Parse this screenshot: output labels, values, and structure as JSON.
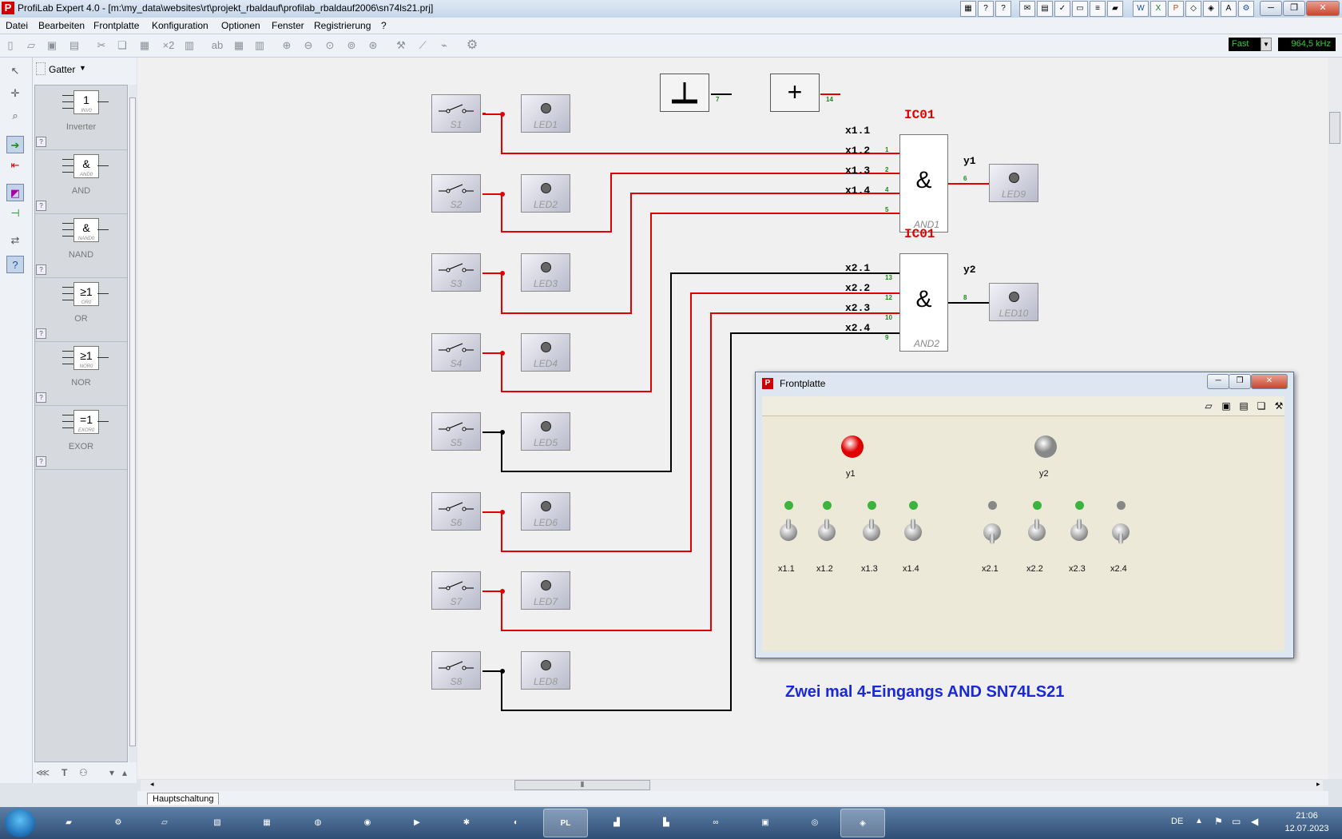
{
  "window": {
    "title": "ProfiLab Expert 4.0 - [m:\\my_data\\websites\\rt\\projekt_rbaldauf\\profilab_rbaldauf2006\\sn74ls21.prj]"
  },
  "menu": [
    "Datei",
    "Bearbeiten",
    "Frontplatte",
    "Konfiguration",
    "Optionen",
    "Fenster",
    "Registrierung",
    "?"
  ],
  "toolbar": {
    "speed": "Fast",
    "frequency": "964,5 kHz"
  },
  "library": {
    "category": "Gatter",
    "items": [
      {
        "symbol": "1",
        "sub": "INV0",
        "name": "Inverter"
      },
      {
        "symbol": "&",
        "sub": "AND0",
        "name": "AND"
      },
      {
        "symbol": "&",
        "sub": "NAND0",
        "name": "NAND"
      },
      {
        "symbol": "≥1",
        "sub": "OR0",
        "name": "OR"
      },
      {
        "symbol": "≥1",
        "sub": "NOR0",
        "name": "NOR"
      },
      {
        "symbol": "=1",
        "sub": "EXOR0",
        "name": "EXOR"
      }
    ],
    "help": "?"
  },
  "circuit": {
    "switches": [
      "S1",
      "S2",
      "S3",
      "S4",
      "S5",
      "S6",
      "S7",
      "S8"
    ],
    "leds": [
      "LED1",
      "LED2",
      "LED3",
      "LED4",
      "LED5",
      "LED6",
      "LED7",
      "LED8"
    ],
    "ground_pin": "7",
    "vcc_pin": "14",
    "gate1": {
      "ic": "IC01",
      "name": "AND1",
      "symbol": "&",
      "inputs": [
        "x1.1",
        "x1.2",
        "x1.3",
        "x1.4"
      ],
      "pins": [
        "1",
        "2",
        "4",
        "5"
      ],
      "out_pin": "6",
      "output": "y1",
      "led": "LED9"
    },
    "gate2": {
      "ic": "IC01",
      "name": "AND2",
      "symbol": "&",
      "inputs": [
        "x2.1",
        "x2.2",
        "x2.3",
        "x2.4"
      ],
      "pins": [
        "13",
        "12",
        "10",
        "9"
      ],
      "out_pin": "8",
      "output": "y2",
      "led": "LED10"
    },
    "caption": "Zwei mal 4-Eingangs AND SN74LS21"
  },
  "frontplatte": {
    "title": "Frontplatte",
    "outputs": [
      {
        "label": "y1",
        "state": "on",
        "color": "#e00000"
      },
      {
        "label": "y2",
        "state": "off",
        "color": "#888888"
      }
    ],
    "switches": [
      {
        "label": "x1.1",
        "led": "on",
        "toggle": "up"
      },
      {
        "label": "x1.2",
        "led": "on",
        "toggle": "up"
      },
      {
        "label": "x1.3",
        "led": "on",
        "toggle": "up"
      },
      {
        "label": "x1.4",
        "led": "on",
        "toggle": "up"
      },
      {
        "label": "x2.1",
        "led": "off",
        "toggle": "down"
      },
      {
        "label": "x2.2",
        "led": "on",
        "toggle": "up"
      },
      {
        "label": "x2.3",
        "led": "on",
        "toggle": "up"
      },
      {
        "label": "x2.4",
        "led": "off",
        "toggle": "down"
      }
    ]
  },
  "tabs": [
    "Hauptschaltung"
  ],
  "taskbar": {
    "language": "DE",
    "time": "21:06",
    "date": "12.07.2023"
  },
  "colors": {
    "wire_on": "#e00000",
    "wire_off": "#000000",
    "led_green": "#3cb33c",
    "led_grey": "#888888"
  }
}
